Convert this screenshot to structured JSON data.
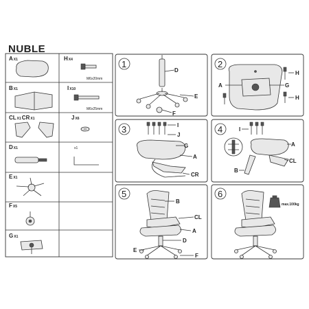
{
  "title": "NUBLE",
  "parts": [
    {
      "letter": "A",
      "qty": "X1"
    },
    {
      "letter": "H",
      "qty": "X4",
      "size": "M6x20mm"
    },
    {
      "letter": "B",
      "qty": "X1"
    },
    {
      "letter": "I",
      "qty": "X10",
      "size": "M6x25mm"
    },
    {
      "letter": "CL",
      "qty": "X1"
    },
    {
      "letter": "CR",
      "qty": "X1"
    },
    {
      "letter": "J",
      "qty": "X6"
    },
    {
      "letter": "D",
      "qty": "X1"
    },
    {
      "letter": "",
      "qty": "x1"
    },
    {
      "letter": "E",
      "qty": "X1"
    },
    {
      "letter": "F",
      "qty": "X5"
    },
    {
      "letter": "G",
      "qty": "X1"
    }
  ],
  "steps": [
    {
      "number": "1",
      "labels": [
        "D",
        "E",
        "F"
      ]
    },
    {
      "number": "2",
      "labels": [
        "H",
        "A",
        "G",
        "H"
      ]
    },
    {
      "number": "3",
      "labels": [
        "I",
        "J",
        "G",
        "A",
        "CR"
      ]
    },
    {
      "number": "4",
      "labels": [
        "I",
        "A",
        "CL",
        "B"
      ]
    },
    {
      "number": "5",
      "labels": [
        "B",
        "CL",
        "A",
        "D",
        "E",
        "F"
      ]
    },
    {
      "number": "6",
      "weight": "max.100kg"
    }
  ]
}
